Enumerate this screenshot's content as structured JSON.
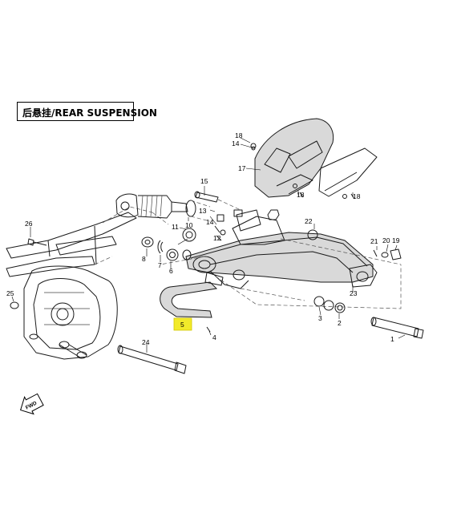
{
  "title": "后悬挂/REAR SUSPENSION",
  "highlight_color": "#f2ea2a",
  "fwd_label": "FWD",
  "callouts": {
    "c1": "1",
    "c2": "2",
    "c3": "3",
    "c4": "4",
    "c5": "5",
    "c6": "6",
    "c7": "7",
    "c8": "8",
    "c10": "10",
    "c11": "11",
    "c12": "12",
    "c13": "13",
    "c14a": "14",
    "c14b": "14",
    "c15": "15",
    "c17": "17",
    "c18a": "18",
    "c18b": "18",
    "c18c": "18",
    "c19": "19",
    "c20": "20",
    "c21": "21",
    "c22": "22",
    "c23": "23",
    "c24": "24",
    "c25": "25",
    "c26": "26"
  }
}
